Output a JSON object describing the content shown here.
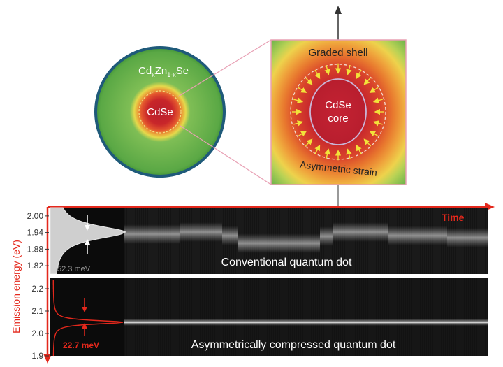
{
  "top": {
    "cross_section": {
      "shell_label_parts": [
        "Cd",
        "x",
        "Zn",
        "1-x",
        "Se"
      ],
      "core_label": "CdSe"
    },
    "zoom_panel": {
      "top_label": "Graded shell",
      "core_label_line1": "CdSe",
      "core_label_line2": "core",
      "bottom_label": "Asymmetric strain"
    },
    "colors": {
      "shell_green": "#5aa845",
      "shell_yellow": "#e8d84a",
      "core_red": "#c4262a",
      "core_orange": "#e46a2c",
      "strain_arrow": "#f2e23a",
      "pink_guides": "#e8a0b4"
    }
  },
  "bottom": {
    "y_axis_label": "Emission energy (eV)",
    "time_label": "Time",
    "accent_red": "#e4281c",
    "panel_conventional": {
      "ticks": [
        "2.00",
        "1.94",
        "1.88",
        "1.82"
      ],
      "tick_values": [
        2.0,
        1.94,
        1.88,
        1.82
      ],
      "ylim": [
        1.79,
        2.03
      ],
      "linewidth_label": "52.3 meV",
      "caption": "Conventional quantum dot",
      "spectrum_peak_eV": 1.94
    },
    "panel_compressed": {
      "ticks": [
        "2.2",
        "2.1",
        "2.0",
        "1.9"
      ],
      "tick_values": [
        2.2,
        2.1,
        2.0,
        1.9
      ],
      "ylim": [
        1.9,
        2.25
      ],
      "linewidth_label": "22.7 meV",
      "caption": "Asymmetrically compressed quantum dot",
      "spectrum_peak_eV": 2.05
    }
  }
}
